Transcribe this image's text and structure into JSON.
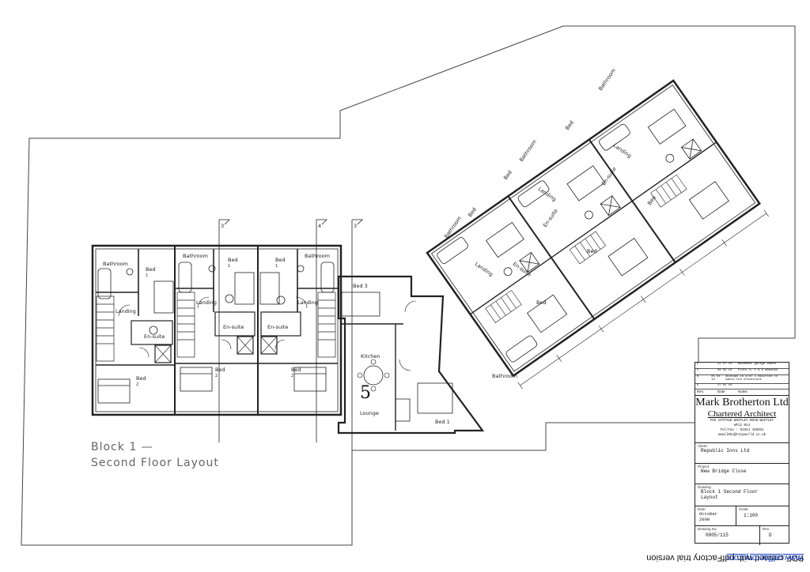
{
  "drawing": {
    "title_line1": "Block 1 —",
    "title_line2": "Second Floor Layout",
    "plot_number": "5",
    "section_markers": [
      "3",
      "4",
      "3"
    ],
    "rooms": {
      "bathroom": "Bathroom",
      "bed": "Bed",
      "bed_1": "1",
      "bed_2": "2",
      "landing": "Landing",
      "ensuite": "En-suite",
      "bed3": "Bed 3",
      "kitchen": "Kitchen",
      "lounge": "Lounge",
      "bed1_full": "Bed 1"
    }
  },
  "title_block": {
    "revisions": [
      {
        "rev": "D",
        "date": "22 07 10",
        "note": "Basement garage added"
      },
      {
        "rev": "C",
        "date": "08 03 10",
        "note": "Plots 4, 5 & 6 amended"
      },
      {
        "rev": "B",
        "date": "05 04 10",
        "note": "Windows to plot 1 modified to match the elevations"
      },
      {
        "rev": "A",
        "date": "27 01 10",
        "note": ""
      }
    ],
    "rev_header": {
      "rev": "Rev.",
      "date": "Date",
      "notes": "Notes"
    },
    "firm": "Mark Brotherton Ltd",
    "subtitle": "Chartered Architect",
    "address1": "FOX COTTAGE-WHITLEY ROAD-WHITLEY",
    "address2": "WF12 0LU",
    "tel": "Tel/Fax : 01924 456031",
    "email": "emailmbs@tinyworld.co.uk",
    "client_caption": "Client:",
    "client": "Republic Inns Ltd",
    "project_caption": "Project:",
    "project": "New Bridge Close",
    "drawing_caption": "Drawing:",
    "drawing_title1": "Block 1 Second Floor",
    "drawing_title2": "Layout",
    "date_caption": "Date:",
    "date1": "October",
    "date2": "2009",
    "scale_caption": "Scale:",
    "scale": "1:100",
    "drawing_no_caption": "Drawing No:",
    "drawing_no": "0805/115",
    "rev_caption": "Rev:",
    "rev": "D"
  },
  "watermark": {
    "text": "PDF created with pdfFactory trial version ",
    "link": "www.pdffactory.com"
  }
}
